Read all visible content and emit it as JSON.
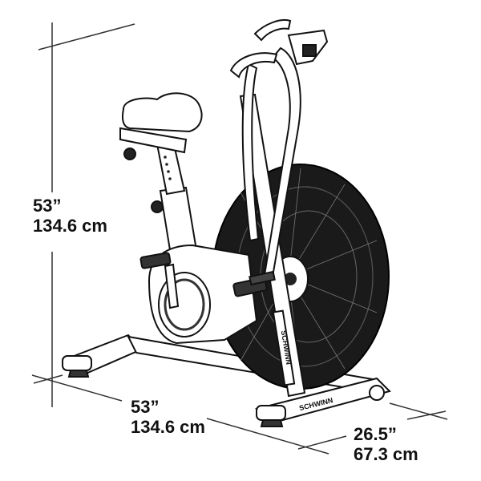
{
  "diagram": {
    "subject": "Air resistance exercise bike",
    "brand_marks": [
      "SCHWINN",
      "SCHWINN"
    ],
    "line_color": "#111111",
    "background_color": "#ffffff",
    "dimensions": {
      "height": {
        "imperial": "53”",
        "metric": "134.6 cm"
      },
      "length": {
        "imperial": "53”",
        "metric": "134.6 cm"
      },
      "width": {
        "imperial": "26.5”",
        "metric": "67.3 cm"
      }
    }
  }
}
